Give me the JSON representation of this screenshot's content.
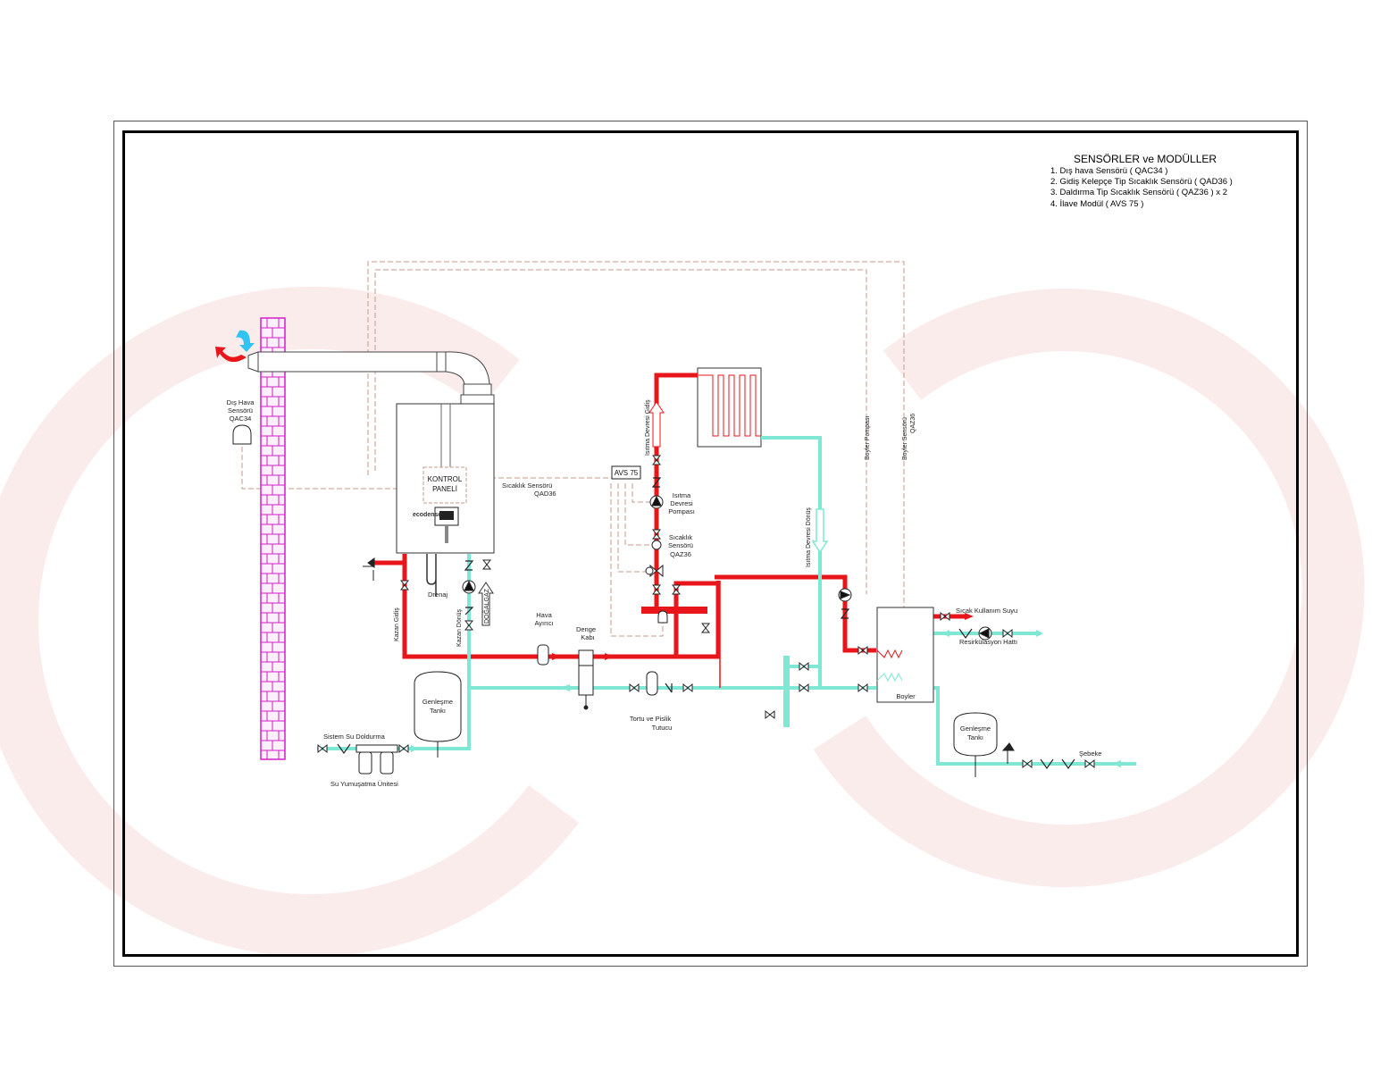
{
  "legend": {
    "title": "SENSÖRLER ve MODÜLLER",
    "items": [
      "1. Dış hava Sensörü ( QAC34 )",
      "2. Gidiş Kelepçe Tip Sıcaklık Sensörü ( QAD36 )",
      "3. Daldırma Tip Sıcaklık Sensörü ( QAZ36 ) x 2",
      "4. İlave Modül ( AVS 75 )"
    ]
  },
  "labels": {
    "outdoor_sensor": [
      "Dış Hava",
      "Sensörü",
      "QAC34"
    ],
    "control_panel": [
      "KONTROL",
      "PANELİ"
    ],
    "boiler_brand": "ecodense",
    "flow_sensor": [
      "Sıcaklık Sensörü",
      "QAD36"
    ],
    "avs75": "AVS 75",
    "heating_pump": [
      "Isıtma",
      "Devresi",
      "Pompası"
    ],
    "temp_sensor_qaz36": [
      "Sıcaklık",
      "Sensörü",
      "QAZ36"
    ],
    "heating_supply": "Isıtma Devresi Gidiş",
    "heating_return": "Isıtma Devresi Dönüş",
    "boyler_pump": "Boyler Pompası",
    "boyler_sensor": [
      "Boyler Sensörü",
      "QAZ36"
    ],
    "hot_water": "Sıcak Kullanım Suyu",
    "recirculation": "Resirkülasyon Hattı",
    "boyler": "Boyler",
    "kazan_gidis": "Kazan Gidiş",
    "kazan_donus": "Kazan Dönüş",
    "drenaj": "Drenaj",
    "dogalgaz": "DOĞALGAZ",
    "hava_ayirici": [
      "Hava",
      "Ayırıcı"
    ],
    "denge_kabi": [
      "Denge",
      "Kabı"
    ],
    "tortu": [
      "Tortu ve Pislik",
      "Tutucu"
    ],
    "expansion_tank_1": [
      "Genleşme",
      "Tankı"
    ],
    "expansion_tank_2": [
      "Genleşme",
      "Tankı"
    ],
    "system_fill": "Sistem Su Doldurma",
    "softener": "Su Yumuşatma Ünitesi",
    "sebeke": "Şebeke"
  },
  "colors": {
    "hot_pipe": "#e8161b",
    "cold_pipe": "#7fe8d4",
    "sensor_wire": "#c79a8a",
    "chimney_wall": "#d21ec8",
    "watermark": "#fbeaea",
    "frame": "#000000"
  }
}
